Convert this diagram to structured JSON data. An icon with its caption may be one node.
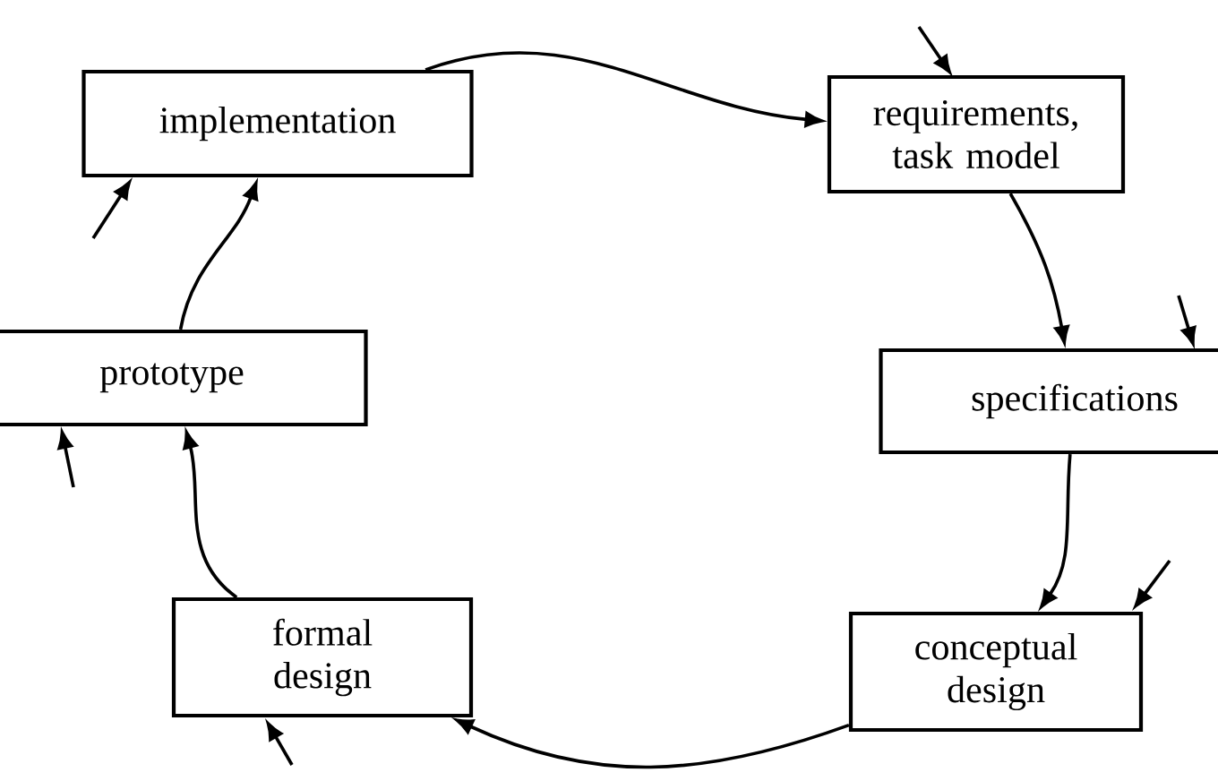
{
  "diagram": {
    "nodes": [
      {
        "text": [
          "implementation"
        ]
      },
      {
        "text": [
          "requirements, task model"
        ]
      },
      {
        "text": [
          "specifications"
        ]
      },
      {
        "text": [
          "conceptual design"
        ]
      },
      {
        "text": [
          "formal design"
        ]
      },
      {
        "text": [
          "prototype"
        ]
      }
    ],
    "edges": [
      {
        "from": 0,
        "to": 1,
        "arrow": "to"
      },
      {
        "from": 1,
        "to": 2,
        "arrow": "to"
      },
      {
        "from": 2,
        "to": 3,
        "arrow": "to"
      },
      {
        "from": 3,
        "to": 4,
        "arrow": "to"
      },
      {
        "from": 4,
        "to": 5,
        "arrow": "to"
      },
      {
        "from": 5,
        "to": 0,
        "arrow": "to"
      },
      {
        "from": null,
        "to": 1,
        "arrow": "to"
      },
      {
        "from": null,
        "to": 2,
        "arrow": "to"
      },
      {
        "from": null,
        "to": 3,
        "arrow": "to"
      },
      {
        "from": null,
        "to": 4,
        "arrow": "to"
      },
      {
        "from": null,
        "to": 5,
        "arrow": "to"
      },
      {
        "from": null,
        "to": 0,
        "arrow": "to"
      }
    ]
  }
}
